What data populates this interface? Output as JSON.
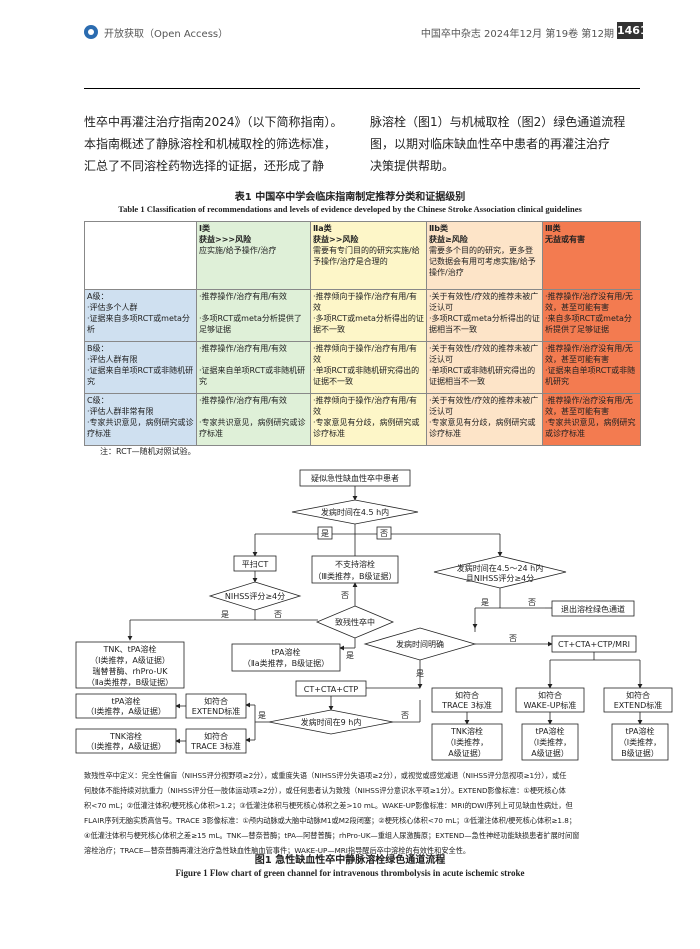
{
  "header": {
    "open_access": "开放获取（Open Access）",
    "journal": "中国卒中杂志 2024年12月 第19卷 第12期",
    "page": "1461"
  },
  "body_text": {
    "left": [
      "性卒中再灌注治疗指南2024》（以下简称指南）。",
      "本指南概述了静脉溶栓和机械取栓的筛选标准，",
      "汇总了不同溶栓药物选择的证据，还形成了静"
    ],
    "right": [
      "脉溶栓（图1）与机械取栓（图2）绿色通道流程",
      "图，以期对临床缺血性卒中患者的再灌注治疗",
      "决策提供帮助。"
    ]
  },
  "table": {
    "caption_cn": "表1   中国卒中学会临床指南制定推荐分类和证据级别",
    "caption_en": "Table 1    Classification of recommendations and levels of evidence developed by the Chinese Stroke Association clinical guidelines",
    "columns": [
      {
        "title": "Ⅰ类",
        "subtitle": "获益>>>风险",
        "desc": "应实施/给予操作/治疗"
      },
      {
        "title": "Ⅱa类",
        "subtitle": "获益>>风险",
        "desc": "需要有专门目的的研究实施/给予操作/治疗是合理的"
      },
      {
        "title": "Ⅱb类",
        "subtitle": "获益≥风险",
        "desc": "需要多个目的的研究，更多登记数据会有用可考虑实施/给予操作/治疗"
      },
      {
        "title": "Ⅲ类",
        "subtitle": "无益或有害",
        "desc": ""
      }
    ],
    "rows": [
      {
        "level": "A级：",
        "lines": [
          "·评估多个人群",
          "·证据来自多项RCT或meta分析"
        ],
        "cells": [
          [
            "·推荐操作/治疗有用/有效",
            "·多项RCT或meta分析提供了足够证据"
          ],
          [
            "·推荐倾向于操作/治疗有用/有效",
            "·多项RCT或meta分析得出的证据不一致"
          ],
          [
            "·关于有效性/疗效的推荐未被广泛认可",
            "·多项RCT或meta分析得出的证据相当不一致"
          ],
          [
            "·推荐操作/治疗没有用/无效，甚至可能有害",
            "·来自多项RCT或meta分析提供了足够证据"
          ]
        ]
      },
      {
        "level": "B级：",
        "lines": [
          "·评估人群有限",
          "·证据来自单项RCT或非随机研究"
        ],
        "cells": [
          [
            "·推荐操作/治疗有用/有效",
            "·证据来自单项RCT或非随机研究"
          ],
          [
            "·推荐倾向于操作/治疗有用/有效",
            "·单项RCT或非随机研究得出的证据不一致"
          ],
          [
            "·关于有效性/疗效的推荐未被广泛认可",
            "·单项RCT或非随机研究得出的证据相当不一致"
          ],
          [
            "·推荐操作/治疗没有用/无效，甚至可能有害",
            "·证据来自单项RCT或非随机研究"
          ]
        ]
      },
      {
        "level": "C级：",
        "lines": [
          "·评估人群非常有限",
          "·专家共识意见，病例研究或诊疗标准"
        ],
        "cells": [
          [
            "·推荐操作/治疗有用/有效",
            "·专家共识意见，病例研究或诊疗标准"
          ],
          [
            "·推荐倾向于操作/治疗有用/有效",
            "·专家意见有分歧，病例研究或诊疗标准"
          ],
          [
            "·关于有效性/疗效的推荐未被广泛认可",
            "·专家意见有分歧，病例研究或诊疗标准"
          ],
          [
            "·推荐操作/治疗没有用/无效，甚至可能有害",
            "·专家共识意见，病例研究或诊疗标准"
          ]
        ]
      }
    ],
    "note": "注：RCT—随机对照试验。"
  },
  "flow": {
    "start": "疑似急性缺血性卒中患者",
    "d_onset45": "发病时间在4.5 h内",
    "yes": "是",
    "no": "否",
    "ping_ct": "平扫CT",
    "not_support": [
      "不支持溶栓",
      "（Ⅲ类推荐，B级证据）"
    ],
    "d_45_24": [
      "发病时间在4.5～24 h内",
      "且NIHSS评分≥4分"
    ],
    "d_nihss4": "NIHSS评分≥4分",
    "d_disabling": "致残性卒中",
    "exit": "退出溶栓绿色通道",
    "tnk_box": [
      "TNK、tPA溶栓",
      "（Ⅰ类推荐，A级证据）",
      "瑞替普酶、rhPro-UK",
      "（Ⅱa类推荐，B级证据）"
    ],
    "tpa_box1": [
      "tPA溶栓",
      "（Ⅱa类推荐，B级证据）"
    ],
    "d_onset_clear": "发病时间明确",
    "ct_cta_ctp_mri": "CT+CTA+CTP/MRI",
    "ct_cta_ctp": "CT+CTA+CTP",
    "d_onset9": "发病时间在9 h内",
    "extend1": [
      "如符合",
      "EXTEND标准"
    ],
    "trace1": [
      "如符合",
      "TRACE 3标准"
    ],
    "trace2": [
      "如符合",
      "TRACE 3标准"
    ],
    "wakeup": [
      "如符合",
      "WAKE-UP标准"
    ],
    "extend2": [
      "如符合",
      "EXTEND标准"
    ],
    "tpa_left": [
      "tPA溶栓",
      "（Ⅰ类推荐，A级证据）"
    ],
    "tnk_left": [
      "TNK溶栓",
      "（Ⅰ类推荐，A级证据）"
    ],
    "tnk_bottom": [
      "TNK溶栓",
      "（Ⅰ类推荐，",
      "A级证据）"
    ],
    "tpa_b1": [
      "tPA溶栓",
      "（Ⅰ类推荐，",
      "A级证据）"
    ],
    "tpa_b2": [
      "tPA溶栓",
      "（Ⅰ类推荐，",
      "B级证据）"
    ]
  },
  "abbreviations": [
    "致残性卒中定义：完全性偏盲（NIHSS评分视野项≥2分），或重度失语（NIHSS评分失语项≥2分），或视觉或感觉减退（NIHSS评分忽视项≥1分），或任",
    "何肢体不能持续对抗重力（NIHSS评分任一肢体运动项≥2分），或任何患者认为致残（NIHSS评分意识水平项≥1分）。EXTEND影像标准：①梗死核心体",
    "积<70 mL；②低灌注体积/梗死核心体积>1.2；③低灌注体积与梗死核心体积之差>10 mL。WAKE-UP影像标准：MRI的DWI序列上可见缺血性病灶，但",
    "FLAIR序列无脑实质高信号。TRACE 3影像标准：①颅内动脉或大脑中动脉M1或M2段闭塞；②梗死核心体积<70 mL；③低灌注体积/梗死核心体积≥1.8；",
    "④低灌注体积与梗死核心体积之差≥15 mL。TNK—替奈普酶；tPA—阿替普酶；rhPro-UK—重组人尿激酶原；EXTEND—急性神经功能缺损患者扩展时间窗",
    "溶栓治疗；TRACE—替奈普酶再灌注治疗急性缺血性脑血管事件；WAKE-UP—MRI指导醒后卒中溶栓的有效性和安全性。"
  ],
  "figure": {
    "caption_cn": "图1   急性缺血性卒中静脉溶栓绿色通道流程",
    "caption_en": "Figure 1    Flow chart of green channel for intravenous thrombolysis in acute ischemic stroke"
  }
}
